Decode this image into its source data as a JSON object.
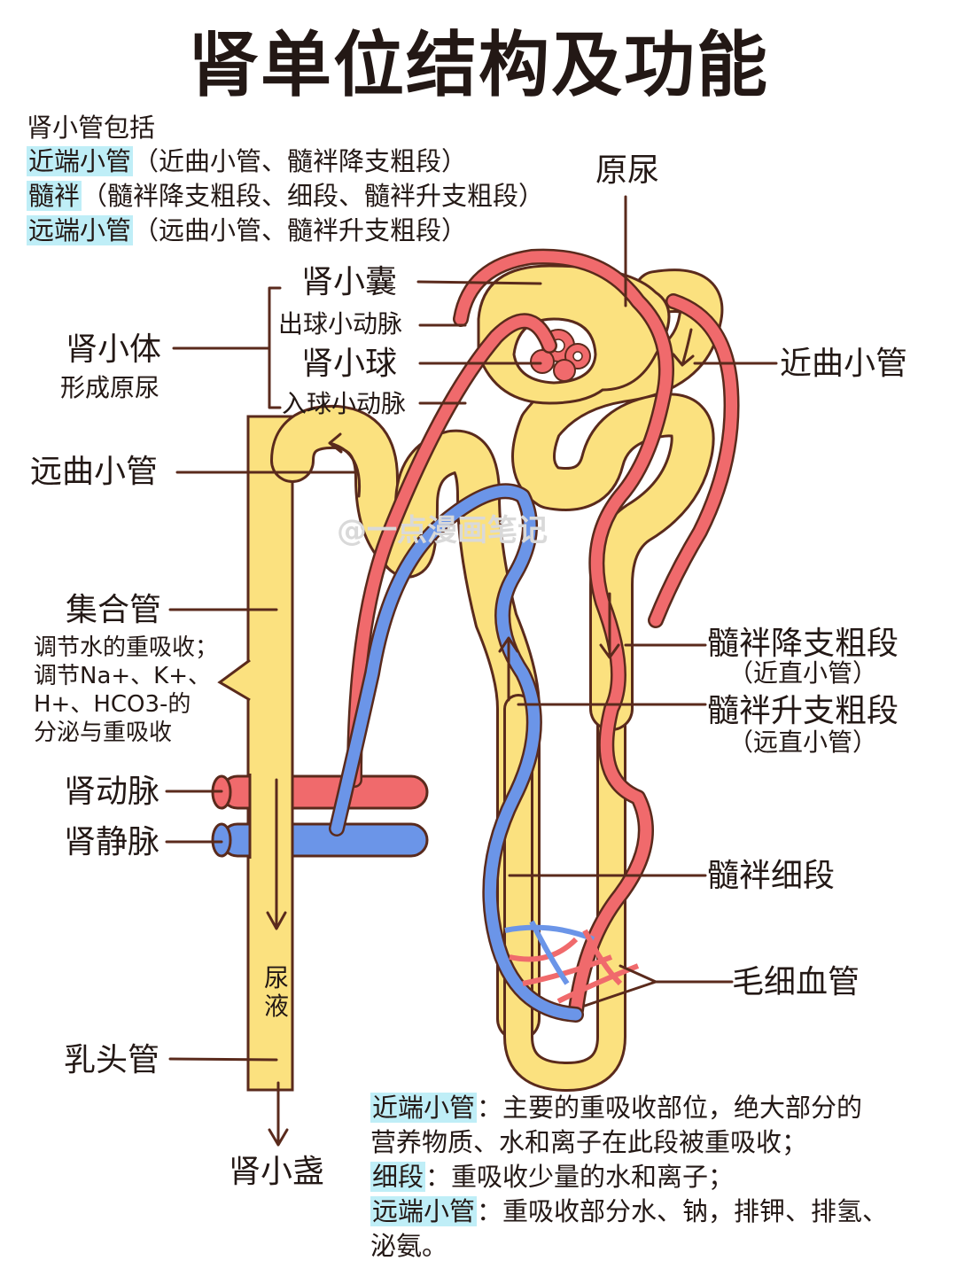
{
  "title": "肾单位结构及功能",
  "intro": {
    "heading": "肾小管包括",
    "rows": [
      {
        "term": "近端小管",
        "desc": "（近曲小管、髓袢降支粗段）"
      },
      {
        "term": "髓袢",
        "desc": "（髓袢降支粗段、细段、髓袢升支粗段）"
      },
      {
        "term": "远端小管",
        "desc": "（远曲小管、髓袢升支粗段）"
      }
    ]
  },
  "labels": {
    "yuan_niao": "原尿",
    "shen_xiao_nang": "肾小囊",
    "chu_qiu": "出球小动脉",
    "shen_xiao_qiu": "肾小球",
    "ru_qiu": "入球小动脉",
    "shen_xiao_ti": "肾小体",
    "shen_xiao_ti_sub": "形成原尿",
    "jin_qu": "近曲小管",
    "yuan_qu": "远曲小管",
    "ji_he_guan": "集合管",
    "ji_he_note": [
      "调节水的重吸收；",
      "调节Na+、K+、",
      "H+、HCO3-的",
      "分泌与重吸收"
    ],
    "shen_dong_mai": "肾动脉",
    "shen_jing_mai": "肾静脉",
    "jiang_zhi": "髓袢降支粗段",
    "jiang_zhi_sub": "（近直小管）",
    "sheng_zhi": "髓袢升支粗段",
    "sheng_zhi_sub": "（远直小管）",
    "xi_duan": "髓袢细段",
    "mao_xi": "毛细血管",
    "niao_ye": [
      "尿",
      "液"
    ],
    "ru_tou": "乳头管",
    "shen_xiao_zhan": "肾小盏"
  },
  "bottom_notes": [
    {
      "term": "近端小管",
      "text": "：主要的重吸收部位，绝大部分的"
    },
    {
      "term": "",
      "text": "营养物质、水和离子在此段被重吸收；"
    },
    {
      "term": "细段",
      "text": "：重吸收少量的水和离子；"
    },
    {
      "term": "远端小管",
      "text": "：重吸收部分水、钠，排钾、排氢、"
    },
    {
      "term": "",
      "text": "泌氨。"
    }
  ],
  "watermark": "@一点漫画笔记",
  "colors": {
    "tubule": "#fbe17f",
    "artery": "#f06a6c",
    "vein": "#6b95e8",
    "outline": "#5a2a1c",
    "highlight": "#bfeef7"
  }
}
